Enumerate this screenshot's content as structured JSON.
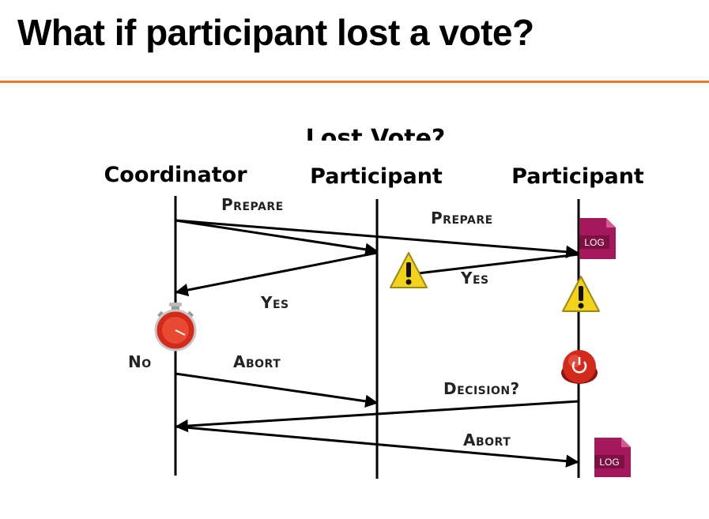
{
  "slide": {
    "title": "What if participant lost a vote?"
  },
  "diagram": {
    "header_partial": "Lost Vote?",
    "actors": {
      "coordinator": "Coordinator",
      "participant_1": "Participant",
      "participant_2": "Participant"
    },
    "messages": {
      "prepare_1": "Prepare",
      "prepare_2": "Prepare",
      "yes_1": "Yes",
      "yes_2": "Yes",
      "no": "No",
      "abort_1": "Abort",
      "decision": "Decision?",
      "abort_2": "Abort"
    },
    "log_label_1": "LOG",
    "log_label_2": "LOG",
    "icons": [
      "stopwatch-icon",
      "warning-icon",
      "power-button-icon",
      "log-file-icon"
    ],
    "colors": {
      "accent_rule": "#e8772e",
      "log_file": "#a3195b",
      "warning": "#f2d21b",
      "stopwatch": "#d42a1c"
    }
  }
}
